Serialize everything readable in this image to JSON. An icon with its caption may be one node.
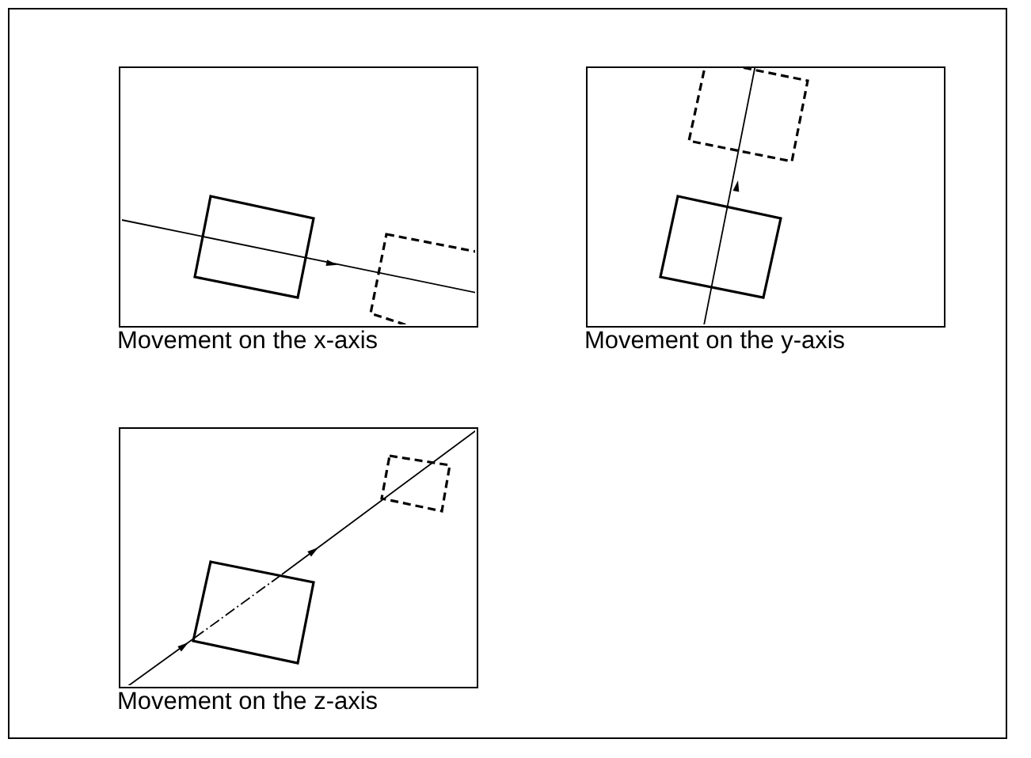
{
  "diagram": {
    "nodes": [
      {
        "text": [
          "Movement on the x-axis"
        ]
      },
      {
        "text": [
          "Movement on the y-axis"
        ]
      },
      {
        "text": [
          "Movement on the z-axis"
        ]
      }
    ]
  }
}
